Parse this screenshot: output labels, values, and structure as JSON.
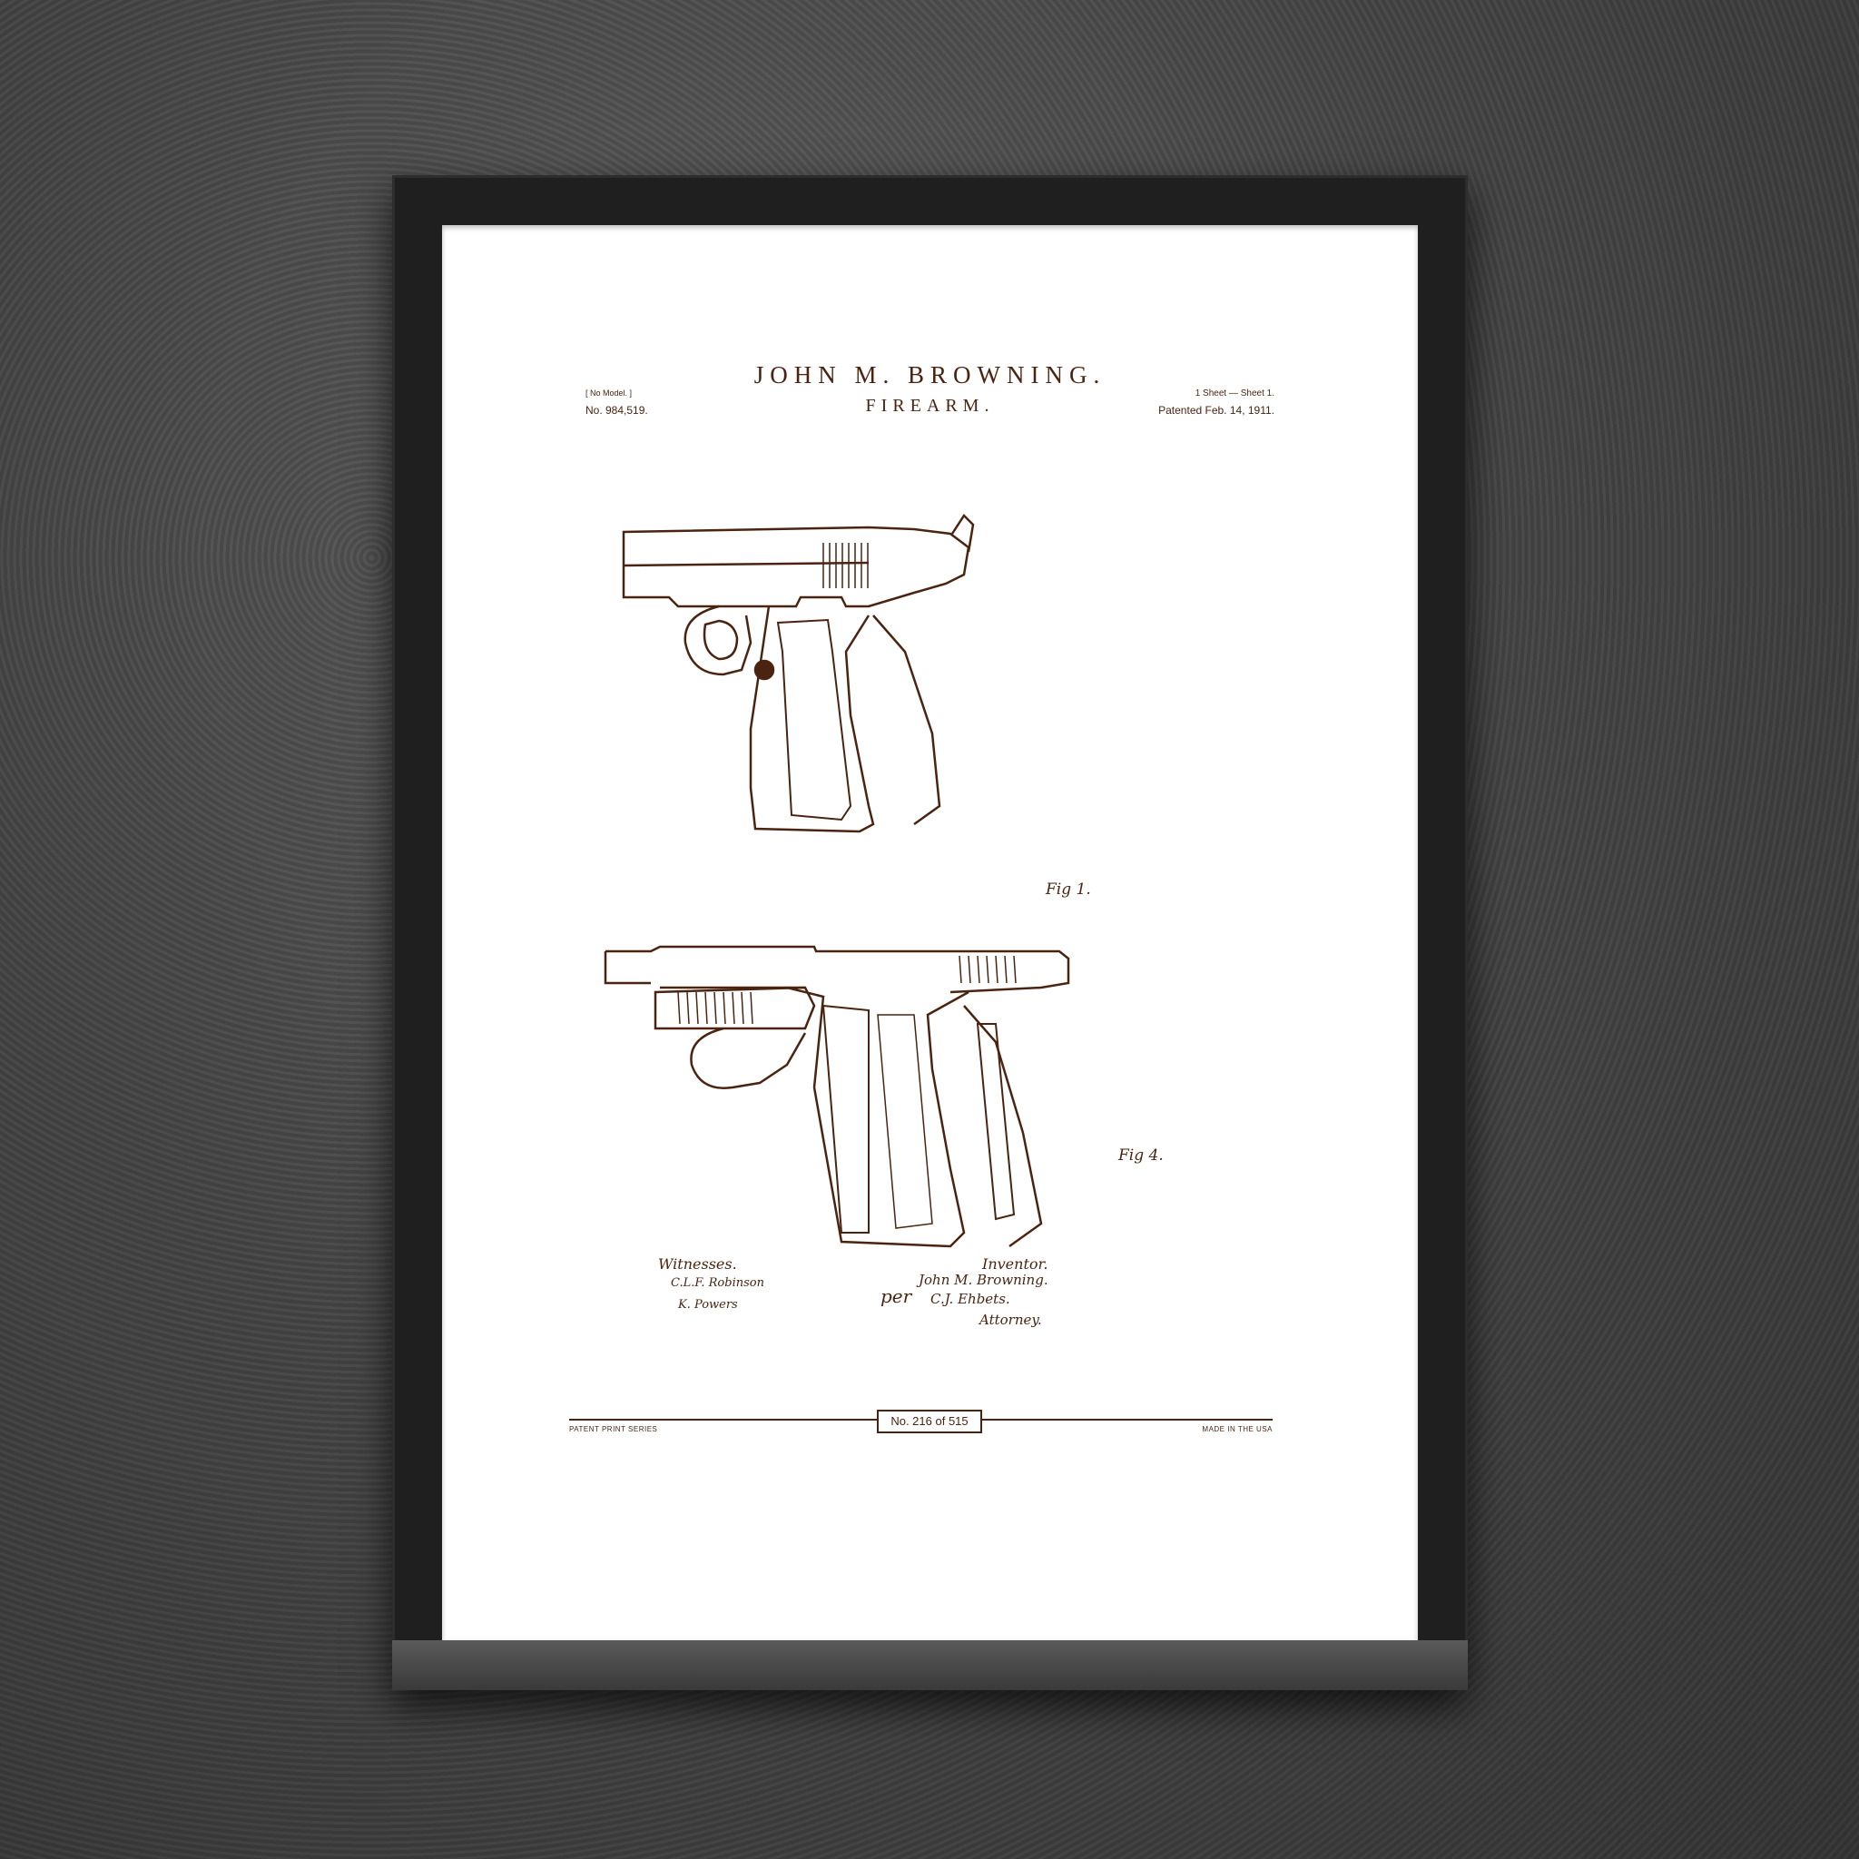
{
  "print": {
    "title": "JOHN M. BROWNING.",
    "subtitle": "FIREARM.",
    "left_meta": {
      "line1": "[ No Model. ]",
      "line2": "No. 984,519."
    },
    "right_meta": {
      "line1": "1 Sheet — Sheet 1.",
      "line2": "Patented Feb. 14, 1911."
    },
    "figures": [
      {
        "label": "Fig 1."
      },
      {
        "label": "Fig 4."
      }
    ],
    "witnesses": {
      "heading": "Witnesses.",
      "signatures": [
        "C.L.F. Robinson",
        "K. Powers"
      ]
    },
    "inventor": {
      "heading": "Inventor.",
      "per": "per",
      "name": "John M. Browning.",
      "attorney_name": "C.J. Ehbets.",
      "attorney_label": "Attorney."
    },
    "footer": {
      "left": "PATENT PRINT SERIES",
      "edition": "No. 216 of 515",
      "right": "MADE IN THE USA"
    }
  },
  "colors": {
    "ink": "#4a2410",
    "frame": "#1f1f1f",
    "mat": "#ffffff",
    "wall": "#4e4e4e"
  }
}
